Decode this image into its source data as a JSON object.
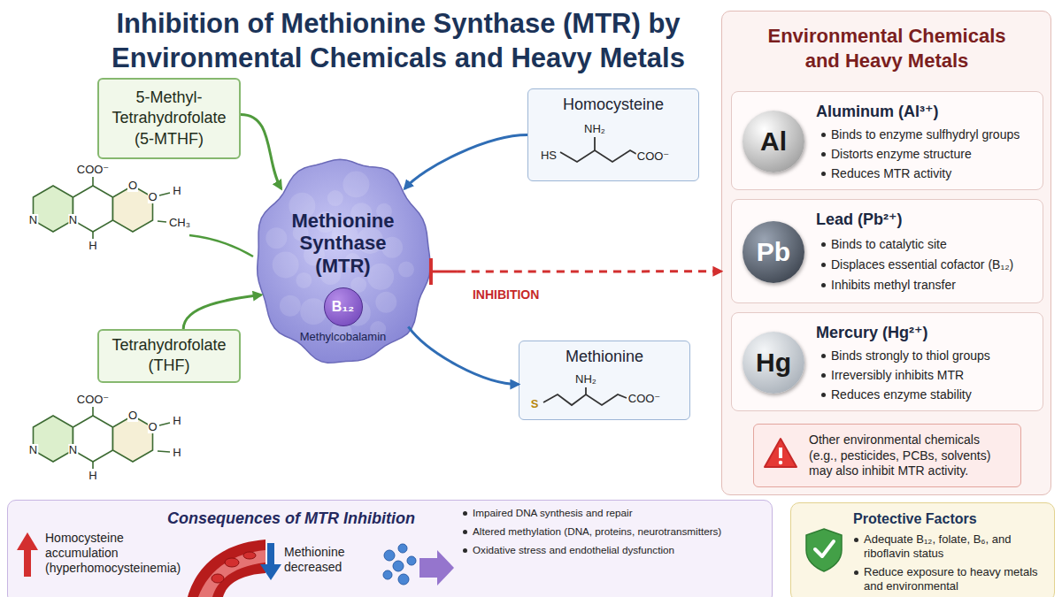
{
  "diagram": {
    "title": "Inhibition of Methionine Synthase (MTR) by Environmental Chemicals and Heavy Metals",
    "nodes": [
      {
        "text": [
          "5-Methyl-Tetrahydrofolate (5-MTHF)"
        ]
      },
      {
        "text": [
          "Tetrahydrofolate (THF)"
        ]
      },
      {
        "text": [
          "Methionine Synthase (MTR)",
          "Methylcobalamin"
        ]
      },
      {
        "text": [
          "B₁₂"
        ],
        "in": 2
      },
      {
        "text": [
          "Homocysteine"
        ]
      },
      {
        "text": [
          "Methionine"
        ]
      },
      {
        "text": [
          "Environmental Chemicals and Heavy Metals"
        ]
      },
      {
        "text": [
          "Aluminum (Al³⁺)",
          "Binds to enzyme sulfhydryl groups",
          "Distorts enzyme structure",
          "Reduces MTR activity"
        ],
        "in": 6
      },
      {
        "text": [
          "Al"
        ],
        "in": 7
      },
      {
        "text": [
          "Lead (Pb²⁺)",
          "Binds to catalytic site",
          "Displaces essential cofactor (B₁₂)",
          "Inhibits methyl transfer"
        ],
        "in": 6
      },
      {
        "text": [
          "Pb"
        ],
        "in": 9
      },
      {
        "text": [
          "Mercury (Hg²⁺)",
          "Binds strongly to thiol groups",
          "Irreversibly inhibits MTR",
          "Reduces enzyme stability"
        ],
        "in": 6
      },
      {
        "text": [
          "Hg"
        ],
        "in": 11
      },
      {
        "text": [
          "Other environmental chemicals (e.g., pesticides, PCBs, solvents) may also inhibit MTR activity."
        ],
        "in": 6
      },
      {
        "text": [
          "Consequences of MTR Inhibition",
          "Homocysteine accumulation (hyperhomocysteinemia)",
          "Methionine decreased",
          "Impaired DNA synthesis and repair",
          "Altered methylation (DNA, proteins, neurotransmitters)",
          "Oxidative stress and endothelial dysfunction"
        ]
      },
      {
        "text": [
          "Protective Factors",
          "Adequate B₁₂, folate, B₆, and riboflavin status",
          "Reduce exposure to heavy metals and environmental"
        ]
      }
    ],
    "edges": [
      {
        "from": 0,
        "to": 2,
        "arrow": "to"
      },
      {
        "from": 1,
        "to": 2,
        "arrow": "to"
      },
      {
        "from": 4,
        "to": 2,
        "arrow": "to"
      },
      {
        "from": 2,
        "to": 5,
        "arrow": "to"
      },
      {
        "from": 2,
        "to": 6,
        "arrow": "to",
        "label": "INHIBITION"
      }
    ],
    "labels": [
      "COO⁻",
      "O",
      "O",
      "H",
      "N",
      "N",
      "H",
      "CH₃",
      "COO⁻",
      "O",
      "O",
      "H",
      "N",
      "N",
      "H",
      "H",
      "NH₂",
      "HS",
      "COO⁻",
      "NH₂",
      "S",
      "COO⁻"
    ]
  }
}
